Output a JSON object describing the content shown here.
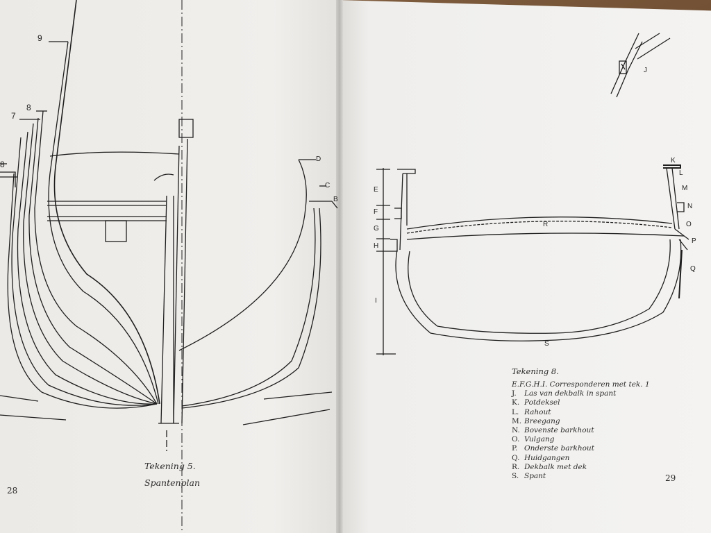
{
  "left_page": {
    "frame_numbers": [
      "9",
      "8",
      "7",
      "8"
    ],
    "caption_title": "Tekening 5.",
    "caption_subtitle": "Spantenplan",
    "page_number": "28",
    "side_labels": [
      "D",
      "C",
      "B"
    ]
  },
  "right_page": {
    "detail_label": "J",
    "dimension_labels": [
      "E",
      "F",
      "G",
      "H",
      "I"
    ],
    "part_labels": [
      "K",
      "L",
      "M",
      "N",
      "O",
      "P",
      "Q",
      "R",
      "S"
    ],
    "caption_title": "Tekening 8.",
    "legend": [
      {
        "key": "E.F.G.H.I.",
        "text": "Corresponderen met tek. 1"
      },
      {
        "key": "J.",
        "text": "Las van dekbalk in spant"
      },
      {
        "key": "K.",
        "text": "Potdeksel"
      },
      {
        "key": "L.",
        "text": "Rahout"
      },
      {
        "key": "M.",
        "text": "Breegang"
      },
      {
        "key": "N.",
        "text": "Bovenste barkhout"
      },
      {
        "key": "O.",
        "text": "Vulgang"
      },
      {
        "key": "P.",
        "text": "Onderste barkhout"
      },
      {
        "key": "Q.",
        "text": "Huidgangen"
      },
      {
        "key": "R.",
        "text": "Dekbalk met dek"
      },
      {
        "key": "S.",
        "text": "Spant"
      }
    ],
    "page_number": "29"
  }
}
